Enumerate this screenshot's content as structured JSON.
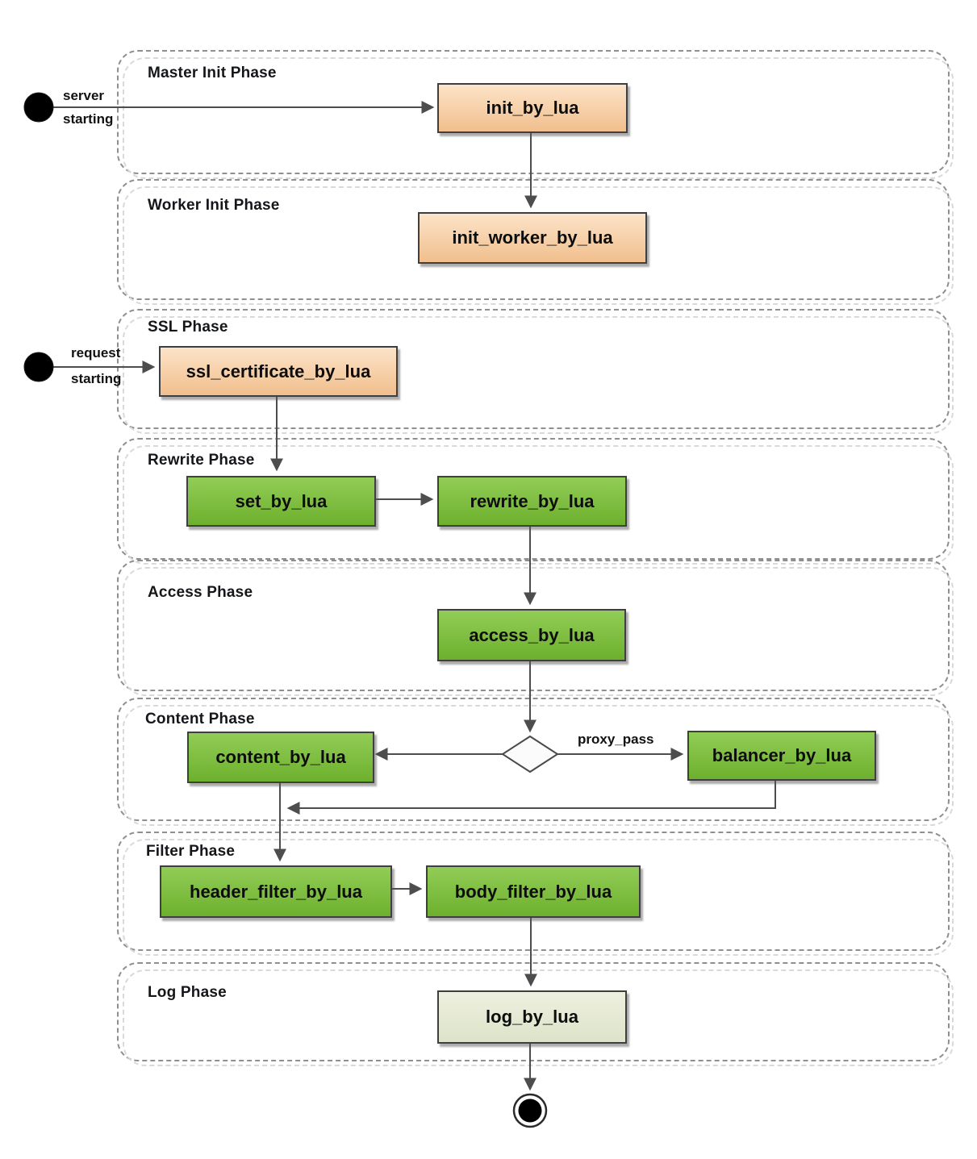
{
  "colors": {
    "arrow": "#4d4d4d",
    "node_border": "#3f3f3f",
    "phase_border": "#8f8f8f",
    "phase_shadow": "#d9d9d9",
    "phase_label": "#14161a",
    "orange_top": "#fce3c8",
    "orange_bottom": "#f1bf8d",
    "green_top": "#92cd57",
    "green_bottom": "#6db02d",
    "pale_top": "#edf0df",
    "pale_bottom": "#dde3c9"
  },
  "phases": [
    {
      "label": "Master Init Phase"
    },
    {
      "label": "Worker Init Phase"
    },
    {
      "label": "SSL Phase"
    },
    {
      "label": "Rewrite Phase"
    },
    {
      "label": "Access Phase"
    },
    {
      "label": "Content Phase"
    },
    {
      "label": "Filter Phase"
    },
    {
      "label": "Log Phase"
    }
  ],
  "nodes": [
    {
      "label": "init_by_lua",
      "variant": "orange"
    },
    {
      "label": "init_worker_by_lua",
      "variant": "orange"
    },
    {
      "label": "ssl_certificate_by_lua",
      "variant": "orange"
    },
    {
      "label": "set_by_lua",
      "variant": "green"
    },
    {
      "label": "rewrite_by_lua",
      "variant": "green"
    },
    {
      "label": "access_by_lua",
      "variant": "green"
    },
    {
      "label": "content_by_lua",
      "variant": "green"
    },
    {
      "label": "balancer_by_lua",
      "variant": "green"
    },
    {
      "label": "header_filter_by_lua",
      "variant": "green"
    },
    {
      "label": "body_filter_by_lua",
      "variant": "green"
    },
    {
      "label": "log_by_lua",
      "variant": "pale"
    }
  ],
  "edge_labels": {
    "server_start_line1": "server",
    "server_start_line2": "starting",
    "request_start_line1": "request",
    "request_start_line2": "starting",
    "proxy_pass": "proxy_pass"
  },
  "terminals": {
    "server_start": "filled-circle",
    "request_start": "filled-circle",
    "end": "ringed-filled-circle"
  }
}
